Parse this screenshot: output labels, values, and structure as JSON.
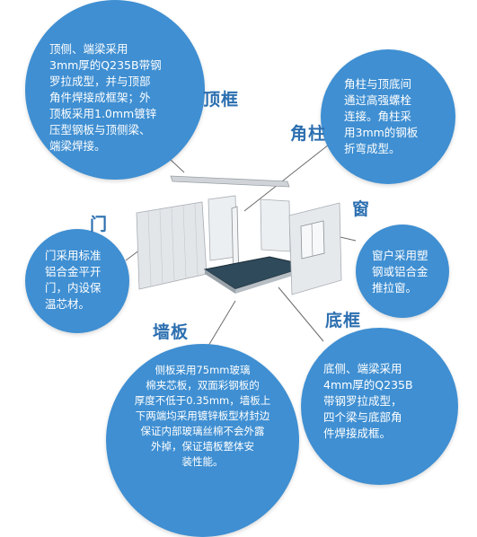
{
  "labels": {
    "top_frame": "顶框",
    "corner_post": "角柱",
    "window": "窗",
    "door": "门",
    "wall_panel": "墙板",
    "bottom_frame": "底框"
  },
  "descriptions": {
    "top_frame": [
      "顶侧、端梁采用",
      "3mm厚的Q235B带钢",
      "罗拉成型，并与顶部",
      "角件焊接成框架；外",
      "顶板采用1.0mm镀锌",
      "压型钢板与顶侧梁、",
      "端梁焊接。"
    ],
    "corner_post": [
      "角柱与顶底间",
      "通过高强螺栓",
      "连接。角柱采",
      "用3mm的钢板",
      "折弯成型。"
    ],
    "window": [
      "窗户采用塑",
      "钢或铝合金",
      "推拉窗。"
    ],
    "door": [
      "门采用标准",
      "铝合金平开",
      "门，内设保",
      "温芯材。"
    ],
    "wall_panel": [
      "侧板采用75mm玻璃",
      "棉夹芯板，双面彩钢板的",
      "厚度不低于0.35mm，墙板上",
      "下两端均采用镀锌板型材封边",
      "保证内部玻璃丝棉不会外露",
      "外掉，保证墙板整体安",
      "装性能。"
    ],
    "bottom_frame": [
      "底侧、端梁采用",
      "4mm厚的Q235B",
      "带钢罗拉成型，",
      "四个梁与底部角",
      "件焊接成框。"
    ]
  },
  "colors": {
    "bubble": "#3f8fd2",
    "label": "#2c6fb0",
    "floor": "#2f4a5a",
    "panel": "#e6e9ec"
  }
}
